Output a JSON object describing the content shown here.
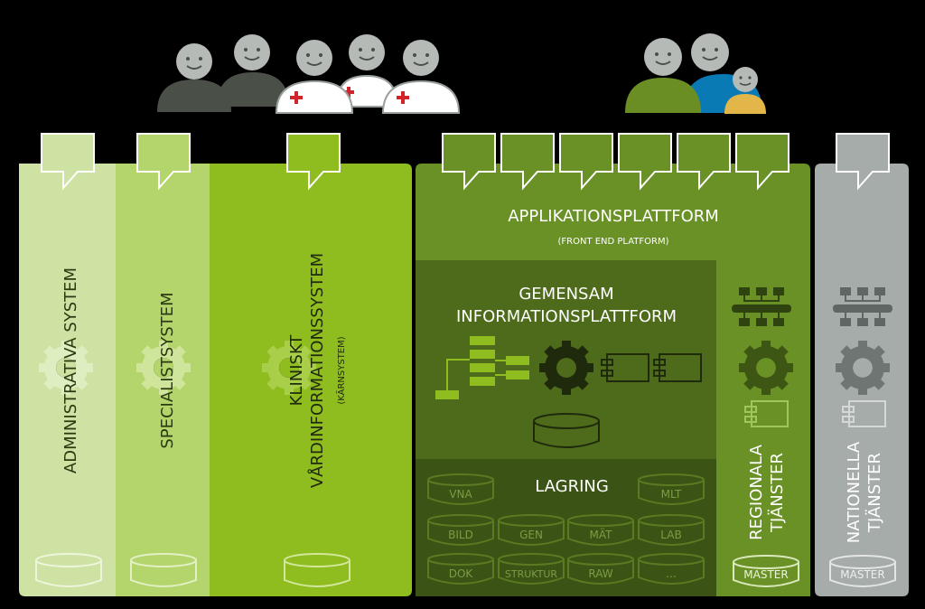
{
  "columns": {
    "admin": {
      "label": "ADMINISTRATIVA SYSTEM"
    },
    "special": {
      "label": "SPECIALISTSYSTEM"
    },
    "clinical": {
      "line1": "KLINISKT",
      "line2": "VÅRDINFORMATIONSSYSTEM",
      "sub": "(KÄRNSYSTEM)"
    },
    "regional": {
      "line1": "REGIONALA",
      "line2": "TJÄNSTER",
      "db": "MASTER"
    },
    "national": {
      "line1": "NATIONELLA",
      "line2": "TJÄNSTER",
      "db": "MASTER"
    }
  },
  "app_platform": {
    "title": "APPLIKATIONSPLATTFORM",
    "subtitle": "(FRONT END PLATFORM)"
  },
  "info_platform": {
    "line1": "GEMENSAM",
    "line2": "INFORMATIONSPLATTFORM"
  },
  "storage": {
    "title": "LAGRING",
    "cylinders": [
      "VNA",
      "MLT",
      "BILD",
      "GEN",
      "MÄT",
      "LAB",
      "DOK",
      "STRUKTUR",
      "RAW",
      "..."
    ]
  },
  "colors": {
    "admin": "#cde2a3",
    "special": "#b3d56b",
    "clinical": "#8fbc1e",
    "app_platform": "#6a9126",
    "info_platform": "#4d6b1a",
    "storage": "#3b5314",
    "regional": "#6a9126",
    "national": "#a6aca9",
    "patient_green": "#6a8e23",
    "patient_blue": "#0a7ab5",
    "patient_yellow": "#e3b64a",
    "staff_dark": "#4a5048",
    "red_cross": "#d2232a"
  }
}
